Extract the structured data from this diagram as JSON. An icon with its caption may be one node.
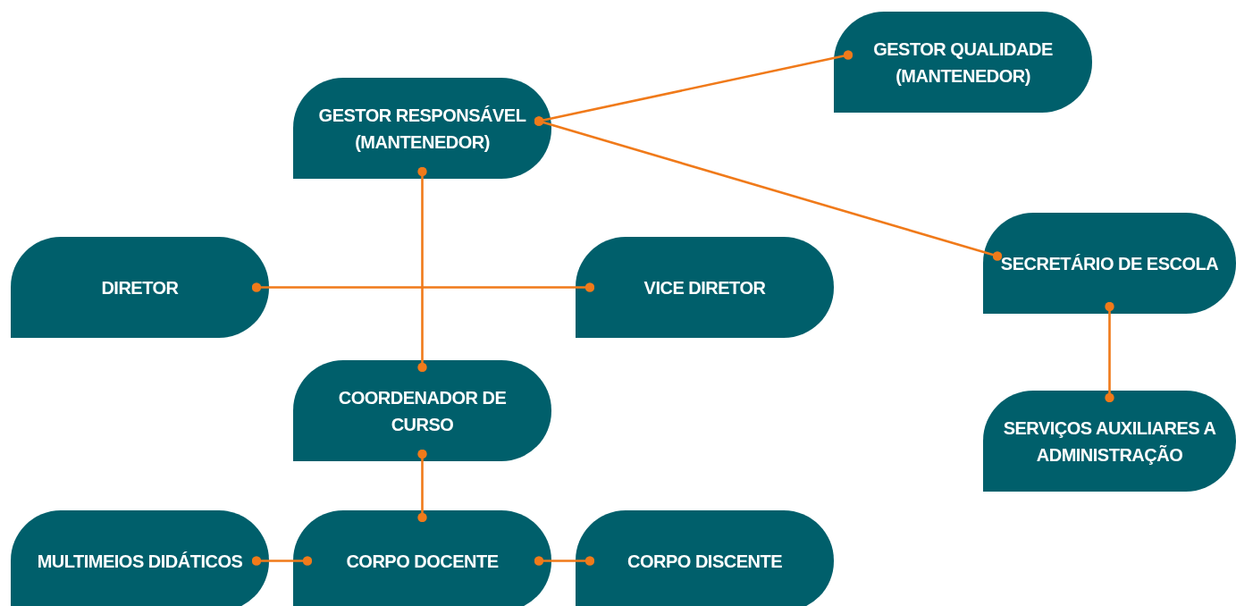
{
  "diagram": {
    "nodes": [
      {
        "text": [
          "GESTOR QUALIDADE (MANTENEDOR)"
        ]
      },
      {
        "text": [
          "GESTOR RESPONSÁVEL (MANTENEDOR)"
        ]
      },
      {
        "text": [
          "SECRETÁRIO DE ESCOLA"
        ]
      },
      {
        "text": [
          "DIRETOR"
        ]
      },
      {
        "text": [
          "VICE DIRETOR"
        ]
      },
      {
        "text": [
          "COORDENADOR DE CURSO"
        ]
      },
      {
        "text": [
          "SERVIÇOS AUXILIARES A ADMINISTRAÇÃO"
        ]
      },
      {
        "text": [
          "MULTIMEIOS DIDÁTICOS"
        ]
      },
      {
        "text": [
          "CORPO DOCENTE"
        ]
      },
      {
        "text": [
          "CORPO DISCENTE"
        ]
      }
    ],
    "edges": [
      {
        "from": 1,
        "to": 0,
        "arrow": "other"
      },
      {
        "from": 1,
        "to": 2,
        "arrow": "other"
      },
      {
        "from": 1,
        "to": 5,
        "arrow": "other"
      },
      {
        "from": 3,
        "to": 4,
        "arrow": "other"
      },
      {
        "from": 2,
        "to": 6,
        "arrow": "other"
      },
      {
        "from": 5,
        "to": 8,
        "arrow": "other"
      },
      {
        "from": 7,
        "to": 8,
        "arrow": "other"
      },
      {
        "from": 8,
        "to": 9,
        "arrow": "other"
      }
    ]
  }
}
